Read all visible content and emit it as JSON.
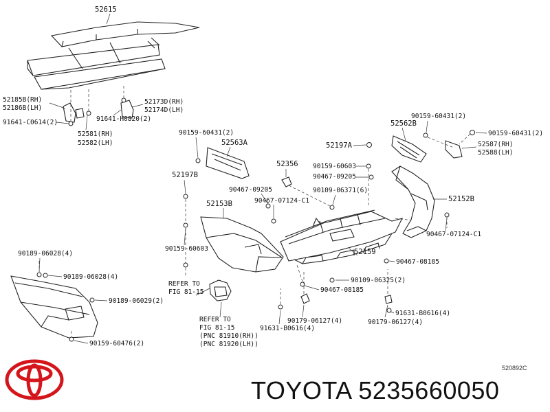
{
  "labels": {
    "p52615": "52615",
    "p52185b": "52185B(RH)",
    "p52186b": "52186B(LH)",
    "p52173d": "52173D(RH)",
    "p52174d": "52174D(LH)",
    "p91641c": "91641-C0614(2)",
    "p91641h": "91641-H0820(2)",
    "p52581": "52581(RH)",
    "p52582": "52582(LH)",
    "p90159a": "90159-60431(2)",
    "p52563a": "52563A",
    "p52197b": "52197B",
    "p90467a": "90467-09205",
    "p90467b": "90467-07124-C1",
    "p52153b": "52153B",
    "p90159b": "90159-60603",
    "p52356": "52356",
    "p52197a": "52197A",
    "p90159c": "90159-60603",
    "p90467c": "90467-09205",
    "p90109a": "90109-06371(6)",
    "p90159d": "90159-60431(2)",
    "p52562b": "52562B",
    "p90159e": "90159-60431(2)",
    "p52587": "52587(RH)",
    "p52588": "52588(LH)",
    "p52152b": "52152B",
    "p90467d": "90467-07124-C1",
    "p90467e": "90467-08185",
    "p52159": "52159",
    "p90109b": "90109-06325(2)",
    "p90467f": "90467-08185",
    "p90189a": "90189-06028(4)",
    "p90189b": "90189-06028(4)",
    "p90189c": "90189-06029(2)",
    "p90159f": "90159-60476(2)",
    "refer1a": "REFER TO",
    "refer1b": "FIG 81-15",
    "refer2a": "REFER TO",
    "refer2b": "FIG 81-15",
    "refer2c": "(PNC 81910(RH))",
    "refer2d": "(PNC 81920(LH))",
    "p90179a": "90179-06127(4)",
    "p91631a": "91631-B0616(4)",
    "p91631b": "91631-B0616(4)",
    "p90179b": "90179-06127(4)"
  },
  "diagram_code": "520892C",
  "brand": "TOYOTA",
  "part_number": "5235660050",
  "colors": {
    "logo": "#d4161c",
    "ink": "#111111"
  }
}
